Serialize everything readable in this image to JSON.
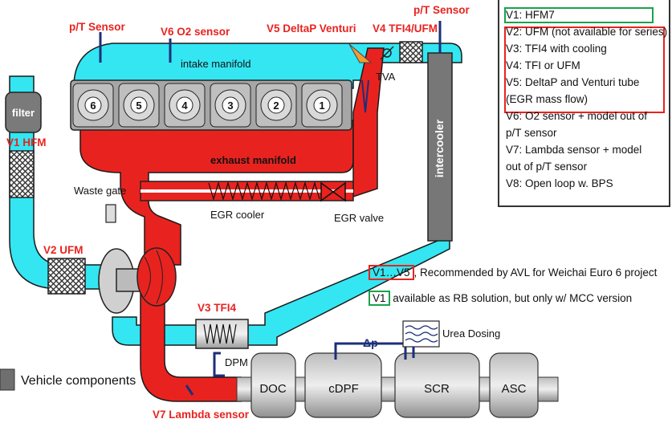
{
  "labels": {
    "pt_sensor_left": "p/T Sensor",
    "pt_sensor_right": "p/T Sensor",
    "v6": "V6 O2 sensor",
    "v5": "V5 DeltaP Venturi",
    "v4": "V4 TFI4/UFM",
    "intake_manifold": "intake manifold",
    "exhaust_manifold": "exhaust manifold",
    "tva": "TVA",
    "filter": "filter",
    "v1": "V1 HFM",
    "v2": "V2 UFM",
    "waste_gate": "Waste gate",
    "egr_cooler": "EGR cooler",
    "egr_valve": "EGR valve",
    "intercooler": "intercooler",
    "v3": "V3 TFI4",
    "dpm": "DPM",
    "delta_p": "Δp",
    "urea_dosing": "Urea Dosing",
    "doc": "DOC",
    "cdpf": "cDPF",
    "scr": "SCR",
    "asc": "ASC",
    "v7": "V7 Lambda sensor",
    "vehicle_components": "Vehicle components",
    "cylinders": [
      "6",
      "5",
      "4",
      "3",
      "2",
      "1"
    ]
  },
  "legend": {
    "items": [
      "V1: HFM7",
      "V2: UFM (not available for series)",
      "V3: TFI4 with cooling",
      "V4: TFI or UFM",
      "V5: DeltaP and Venturi tube",
      "(EGR mass flow)",
      "V6: O2 sensor + model out of",
      "p/T sensor",
      "V7: Lambda sensor + model",
      "out of p/T sensor",
      "V8: Open loop w. BPS"
    ]
  },
  "notes": {
    "rec_tag": "V1…V5",
    "rec_text": ", Recommended by AVL for Weichai Euro 6 project",
    "rb_tag": "V1",
    "rb_text": " available as RB solution, but only w/ MCC version"
  },
  "colors": {
    "intake": "#33e6f2",
    "exhaust": "#e8231f",
    "engine_gray": "#a6a6a6",
    "label_red": "#e8231f",
    "legend_green": "#1aa34a"
  }
}
